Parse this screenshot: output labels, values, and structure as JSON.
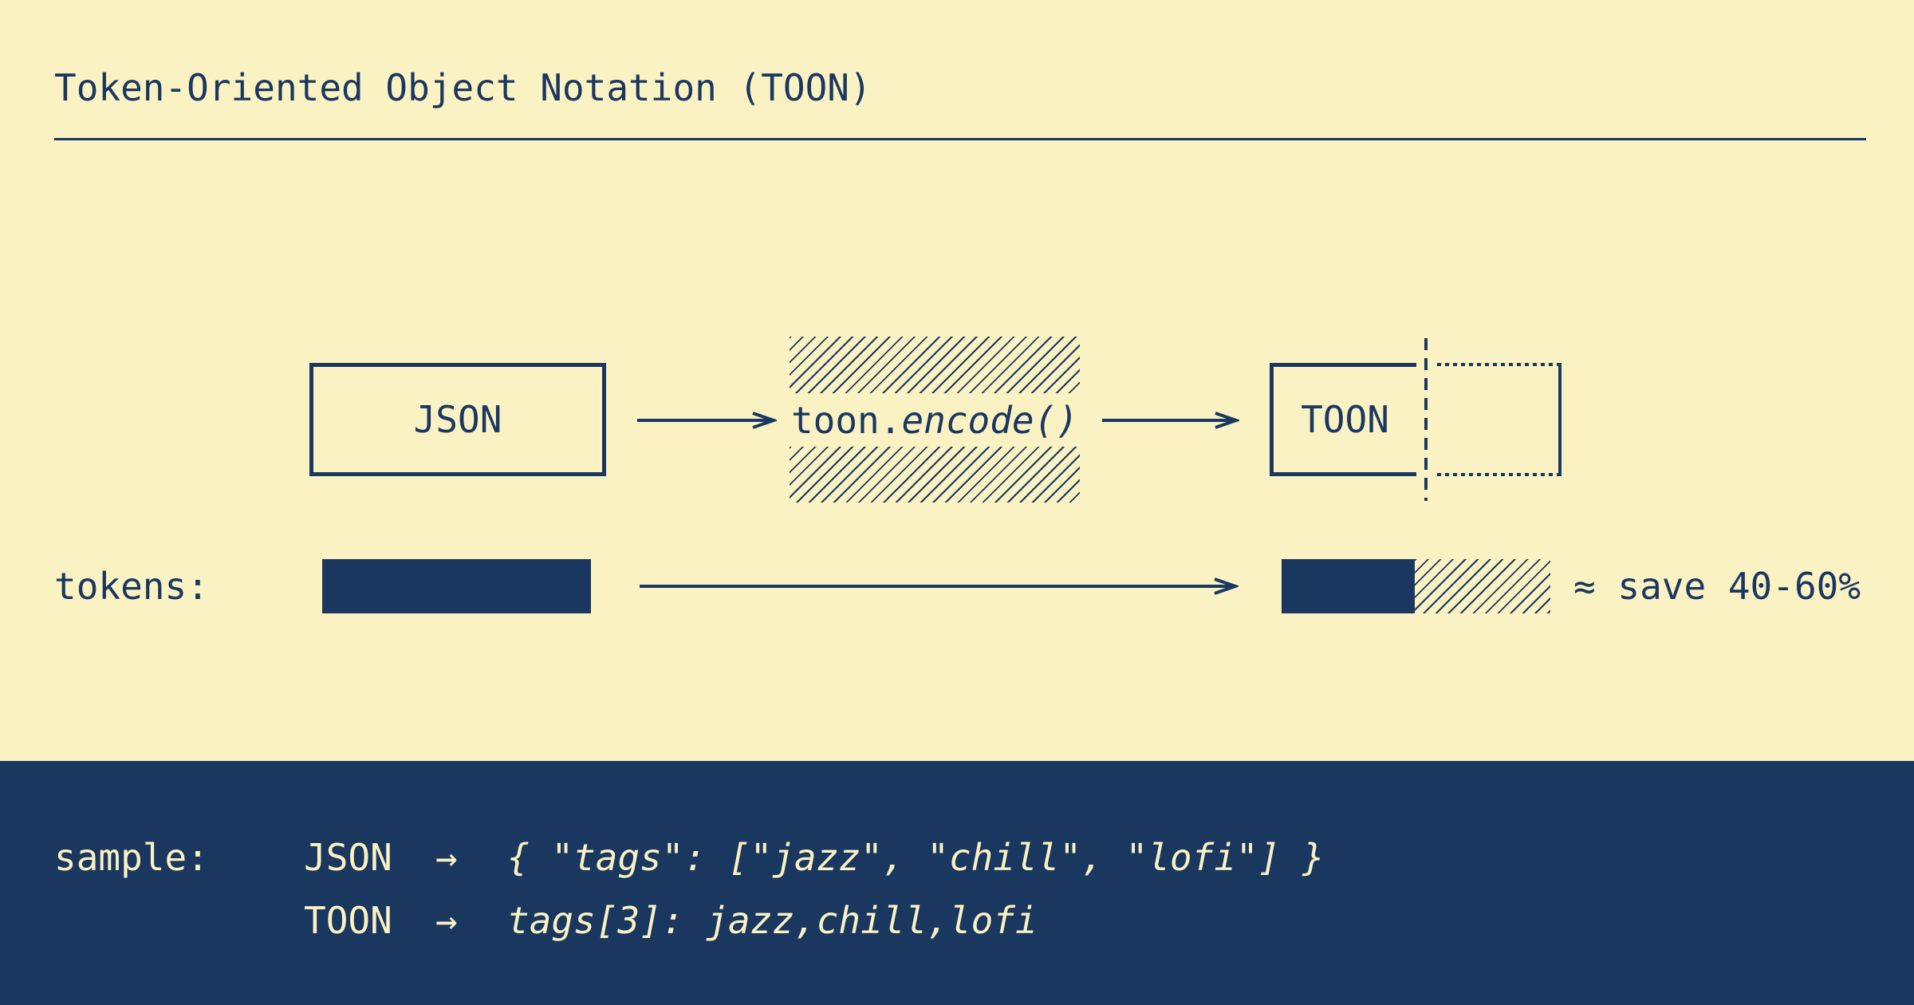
{
  "colors": {
    "background_cream": "#FBF2C4",
    "ink_navy": "#1A3760"
  },
  "header": {
    "title": "Token-Oriented Object Notation (TOON)"
  },
  "flow": {
    "input_label": "JSON",
    "encoder_prefix": "toon.",
    "encoder_call": "encode()",
    "output_label": "TOON"
  },
  "tokens_row": {
    "label": "tokens:",
    "savings_note": "≈ save 40-60%"
  },
  "sample": {
    "label": "sample:",
    "rows": [
      {
        "format": "JSON",
        "arrow": "→",
        "code": "{ \"tags\": [\"jazz\", \"chill\", \"lofi\"] }"
      },
      {
        "format": "TOON",
        "arrow": "→",
        "code": "tags[3]: jazz,chill,lofi"
      }
    ]
  }
}
